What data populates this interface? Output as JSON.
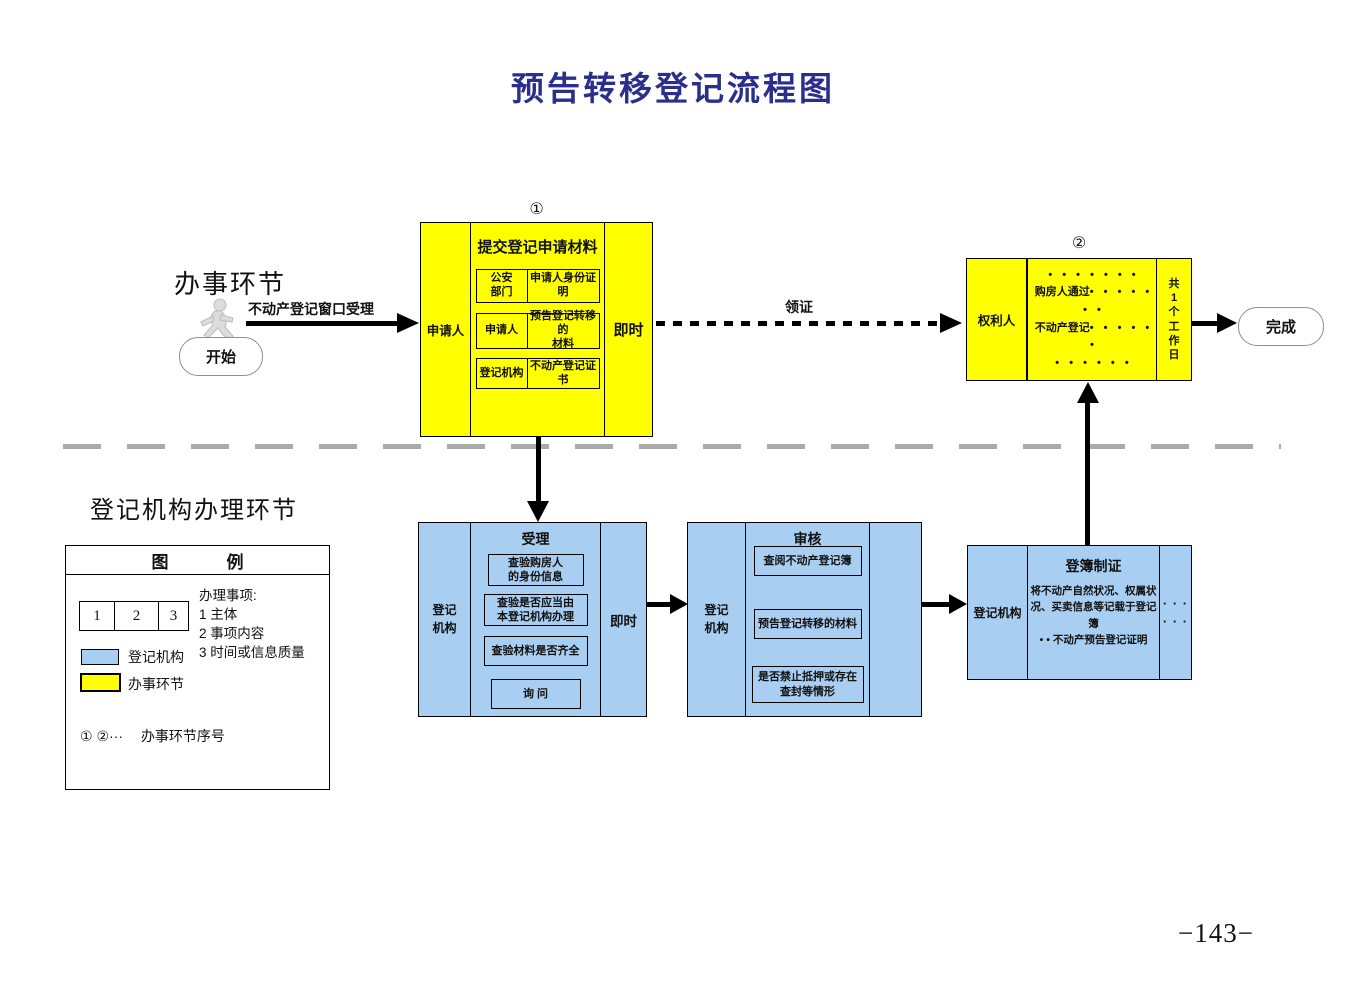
{
  "page": {
    "title": "预告转移登记流程图",
    "page_number": "−143−"
  },
  "lanes": {
    "top_label": "办事环节",
    "bottom_label": "登记机构办理环节"
  },
  "nodes": {
    "start": "开始",
    "finish": "完成"
  },
  "edges": {
    "window": "不动产登记窗口受理",
    "collect": "领证"
  },
  "step1": {
    "seq": "①",
    "actor": "申请人",
    "title": "提交登记申请材料",
    "materials": [
      {
        "provider": "公安\n部门",
        "item": "申请人身份证明"
      },
      {
        "provider": "申请人",
        "item": "预告登记转移的\n材料"
      },
      {
        "provider": "登记机构",
        "item": "不动产登记证书"
      }
    ],
    "time": "即时"
  },
  "step2": {
    "seq": "②",
    "actor": "权利人",
    "lines": [
      "• • • • • • •",
      "购房人通过• • • • • • •",
      "不动产登记• • • • • •",
      "• • • • • •"
    ],
    "time": "共\n1\n个\n工\n作\n日"
  },
  "accept": {
    "actor": "登记\n机构",
    "title": "受理",
    "items": [
      "查验购房人\n的身份信息",
      "查验是否应当由\n本登记机构办理",
      "查验材料是否齐全",
      "询 问"
    ],
    "time": "即时"
  },
  "review": {
    "actor": "登记\n机构",
    "title": "审核",
    "items": [
      "查阅不动产登记簿",
      "预告登记转移的材料",
      "是否禁止抵押或存在\n查封等情形"
    ]
  },
  "record": {
    "actor": "登记机构",
    "title": "登簿制证",
    "body": "将不动产自然状况、权属状\n况、买卖信息等记载于登记簿\n• • 不动产预告登记证明",
    "dots": "· · ·\n· · ·"
  },
  "legend": {
    "header_left": "图",
    "header_right": "例",
    "cells": [
      "1",
      "2",
      "3"
    ],
    "note_title": "办理事项:",
    "notes": [
      "1 主体",
      "2 事项内容",
      "3 时间或信息质量"
    ],
    "blue_label": "登记机构",
    "yellow_label": "办事环节",
    "seq_symbols": "① ②···",
    "seq_label": "办事环节序号"
  },
  "colors": {
    "process_yellow": "#FFFF00",
    "agency_blue": "#A8CEF2",
    "title_navy": "#2B2E8C",
    "divider_gray": "#ABABAB"
  }
}
